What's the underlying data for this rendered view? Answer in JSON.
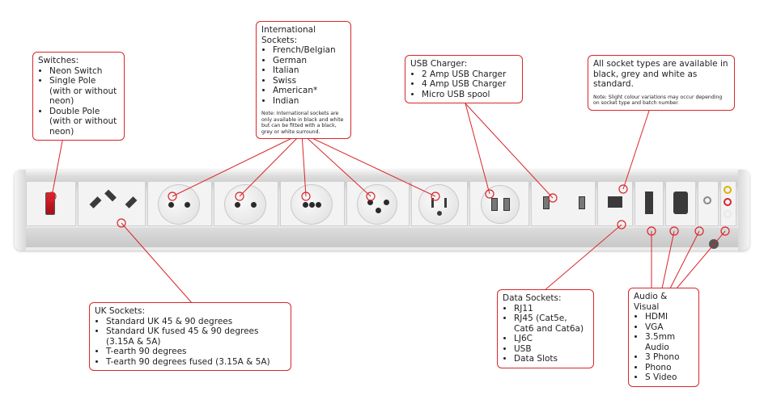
{
  "callouts": {
    "switches": {
      "title": "Switches:",
      "items": [
        "Neon Switch",
        "Single Pole (with or without neon)",
        "Double Pole (with or without neon)"
      ]
    },
    "international": {
      "title": "International Sockets:",
      "items": [
        "French/Belgian",
        "German",
        "Italian",
        "Swiss",
        "American*",
        "Indian"
      ],
      "note": "Note: International sockets are only available in black and white but can be fitted with a black, grey or white surround."
    },
    "usb_charger": {
      "title": "USB Charger:",
      "items": [
        "2 Amp USB Charger",
        "4 Amp USB Charger",
        "Micro USB spool"
      ]
    },
    "colours": {
      "title": "All socket types are available in black, grey and white as standard.",
      "note": "Note: Slight colour variations may occur depending on socket type and batch number."
    },
    "uk": {
      "title": "UK Sockets:",
      "items": [
        "Standard UK 45 & 90 degrees",
        "Standard UK fused 45 & 90 degrees (3.15A & 5A)",
        "T-earth 90 degrees",
        "T-earth 90 degrees fused (3.15A & 5A)"
      ]
    },
    "data": {
      "title": "Data Sockets:",
      "items": [
        "RJ11",
        "RJ45 (Cat5e, Cat6 and Cat6a)",
        "LJ6C",
        "USB",
        "Data Slots"
      ]
    },
    "av": {
      "title": "Audio & Visual",
      "items": [
        "HDMI",
        "VGA",
        "3.5mm Audio",
        "3 Phono",
        "Phono",
        "S Video"
      ]
    }
  },
  "colors": {
    "accent": "#d9262b",
    "strip": "#e2e2e2"
  }
}
